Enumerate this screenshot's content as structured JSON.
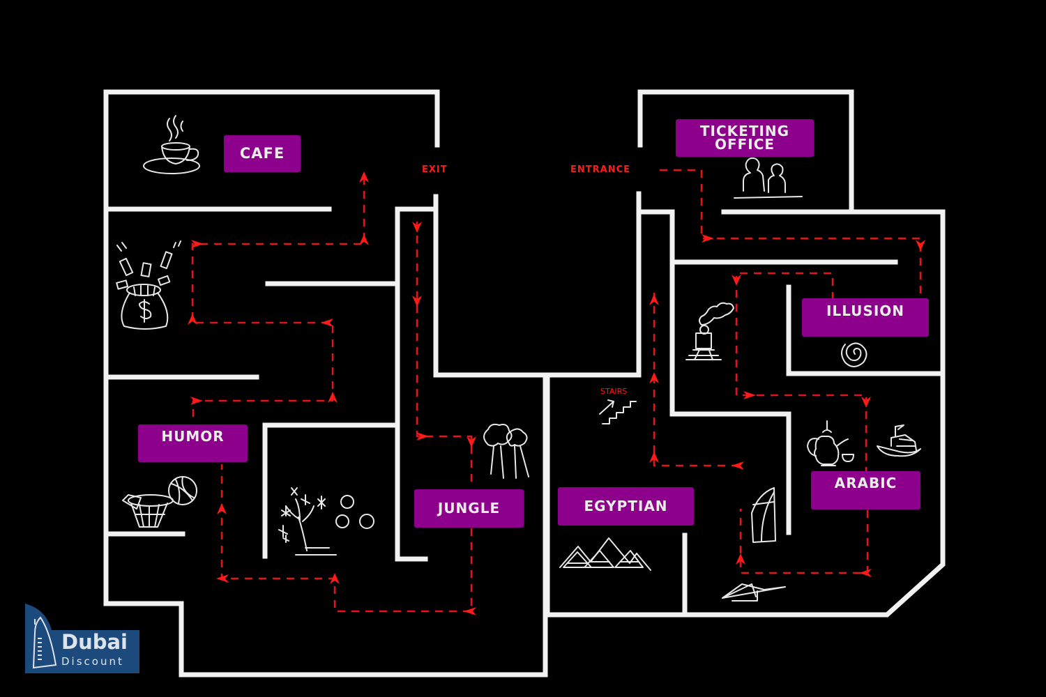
{
  "map": {
    "title": "Museum floor plan",
    "rooms": [
      {
        "id": "cafe",
        "label": "CAFE",
        "icon": "coffee-cup-icon"
      },
      {
        "id": "ticketing",
        "label": "TICKETING OFFICE",
        "icon": "people-at-counter-icon"
      },
      {
        "id": "humor",
        "label": "HUMOR",
        "icon": "basketball-hoop-icon"
      },
      {
        "id": "jungle",
        "label": "JUNGLE",
        "icon": "trees-icon"
      },
      {
        "id": "egyptian",
        "label": "EGYPTIAN",
        "icon": "pyramids-icon"
      },
      {
        "id": "arabic",
        "label": "ARABIC",
        "icon": "dallah-coffee-pot-icon"
      },
      {
        "id": "illusion",
        "label": "ILLUSION",
        "icon": "spiral-icon"
      }
    ],
    "markers": {
      "exit": "EXIT",
      "entrance": "ENTRANCE",
      "stairs": "STAIRS"
    },
    "other_icons": [
      "money-bag-icon",
      "fireworks-icon",
      "steam-train-icon",
      "burj-al-arab-icon",
      "paper-plane-icon",
      "dhow-boat-icon"
    ],
    "colors": {
      "background": "#000000",
      "walls": "#f2f2f2",
      "label_bg": "#8c008c",
      "label_text": "#e9efe6",
      "route": "#ff1a1a"
    }
  },
  "logo": {
    "brand": "Dubai",
    "tagline": "Discount",
    "bg_color": "#1d4a7c"
  }
}
